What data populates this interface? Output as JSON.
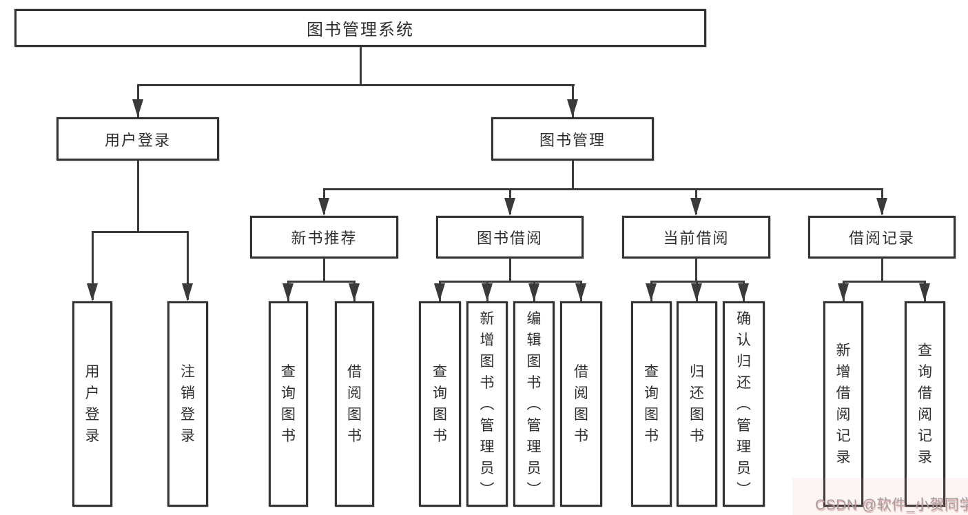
{
  "diagram": {
    "type": "hierarchy-tree",
    "colors": {
      "line": "#3a3a3a",
      "box_border": "#333333",
      "box_fill": "#ffffff",
      "text": "#2f2f2f",
      "watermark": "#a49e9e",
      "watermark_shadow": "#c85f5f"
    }
  },
  "nodes": {
    "root": "图书管理系统",
    "user_login": "用户登录",
    "book_mgmt": "图书管理",
    "new_book_rec": "新书推荐",
    "book_borrow": "图书借阅",
    "current_borrow": "当前借阅",
    "borrow_records": "借阅记录",
    "leaf_user_login": "用户登录",
    "leaf_logout": "注销登录",
    "leaf_rec_query": "查询图书",
    "leaf_rec_borrow": "借阅图书",
    "leaf_bb_query": "查询图书",
    "leaf_bb_add": "新增图书（管理员）",
    "leaf_bb_edit": "编辑图书（管理员）",
    "leaf_bb_borrow": "借阅图书",
    "leaf_cb_query": "查询图书",
    "leaf_cb_return": "归还图书",
    "leaf_cb_confirm": "确认归还（管理员）",
    "leaf_br_add": "新增借阅记录",
    "leaf_br_query": "查询借阅记录"
  },
  "hierarchy": {
    "label": "图书管理系统",
    "children": [
      {
        "label": "用户登录",
        "children": [
          {
            "label": "用户登录"
          },
          {
            "label": "注销登录"
          }
        ]
      },
      {
        "label": "图书管理",
        "children": [
          {
            "label": "新书推荐",
            "children": [
              {
                "label": "查询图书"
              },
              {
                "label": "借阅图书"
              }
            ]
          },
          {
            "label": "图书借阅",
            "children": [
              {
                "label": "查询图书"
              },
              {
                "label": "新增图书（管理员）"
              },
              {
                "label": "编辑图书（管理员）"
              },
              {
                "label": "借阅图书"
              }
            ]
          },
          {
            "label": "当前借阅",
            "children": [
              {
                "label": "查询图书"
              },
              {
                "label": "归还图书"
              },
              {
                "label": "确认归还（管理员）"
              }
            ]
          },
          {
            "label": "借阅记录",
            "children": [
              {
                "label": "新增借阅记录"
              },
              {
                "label": "查询借阅记录"
              }
            ]
          }
        ]
      }
    ]
  },
  "watermark": {
    "text": "CSDN @软件_小贺同学"
  }
}
